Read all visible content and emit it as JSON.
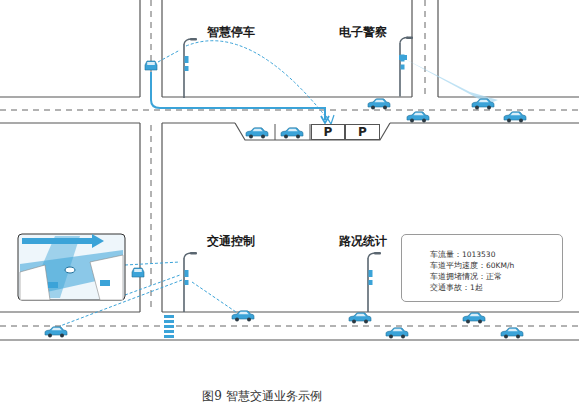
{
  "diagram": {
    "caption": "图9 智慧交通业务示例",
    "nodes": [
      {
        "text": [
          "P"
        ]
      },
      {
        "text": [
          "P"
        ]
      },
      {
        "text": [
          "车流量：1013530",
          "车道平均速度：60KM/h",
          "车道拥堵情况：正常",
          "交通事故：1起"
        ]
      }
    ],
    "labels": [
      "智慧停车",
      "电子警察",
      "交通控制",
      "路况统计"
    ]
  }
}
